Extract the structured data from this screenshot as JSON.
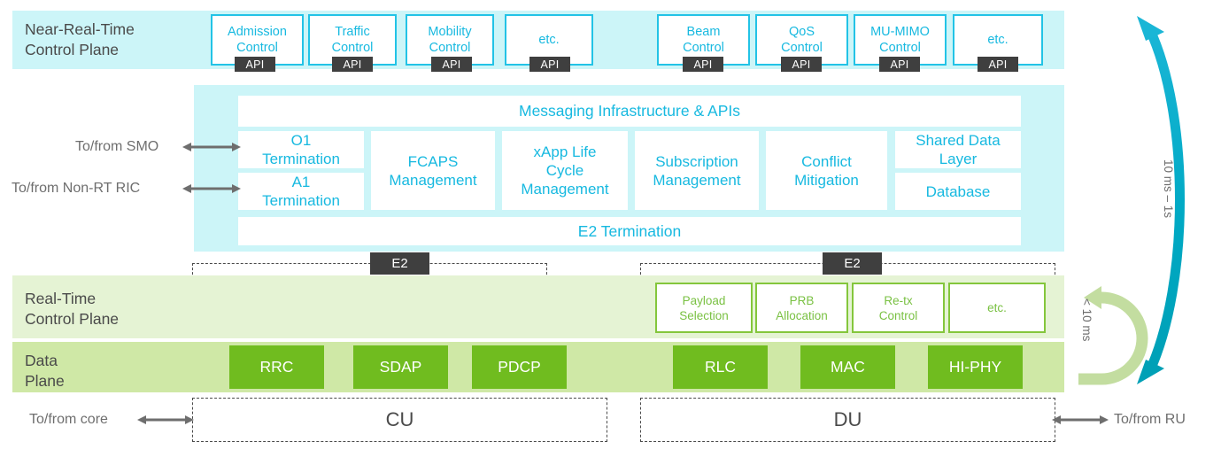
{
  "planes": {
    "near_rt": "Near-Real-Time\nControl Plane",
    "real_time": "Real-Time\nControl Plane",
    "data_plane": "Data\nPlane"
  },
  "xapps": {
    "api_label": "API",
    "left_group": [
      {
        "label": "Admission\nControl"
      },
      {
        "label": "Traffic\nControl"
      },
      {
        "label": "Mobility\nControl"
      },
      {
        "label": "etc."
      }
    ],
    "right_group": [
      {
        "label": "Beam\nControl"
      },
      {
        "label": "QoS\nControl"
      },
      {
        "label": "MU-MIMO\nControl"
      },
      {
        "label": "etc."
      }
    ]
  },
  "ric": {
    "top_bar": "Messaging Infrastructure & APIs",
    "bottom_bar": "E2 Termination",
    "terminations": [
      {
        "label": "O1\nTermination"
      },
      {
        "label": "A1\nTermination"
      }
    ],
    "functions": [
      {
        "label": "FCAPS\nManagement"
      },
      {
        "label": "xApp Life\nCycle\nManagement"
      },
      {
        "label": "Subscription\nManagement"
      },
      {
        "label": "Conflict\nMitigation"
      }
    ],
    "data_cells": [
      {
        "label": "Shared Data\nLayer"
      },
      {
        "label": "Database"
      }
    ]
  },
  "realtime_functions": [
    {
      "label": "Payload\nSelection"
    },
    {
      "label": "PRB\nAllocation"
    },
    {
      "label": "Re-tx\nControl"
    },
    {
      "label": "etc."
    }
  ],
  "data_plane_blocks": {
    "cu": [
      {
        "label": "RRC"
      },
      {
        "label": "SDAP"
      },
      {
        "label": "PDCP"
      }
    ],
    "du": [
      {
        "label": "RLC"
      },
      {
        "label": "MAC"
      },
      {
        "label": "HI-PHY"
      }
    ]
  },
  "interfaces": {
    "e2_left": "E2",
    "e2_right": "E2",
    "cu": "CU",
    "du": "DU"
  },
  "connections": {
    "smo": "To/from SMO",
    "non_rt_ric": "To/from Non-RT RIC",
    "core": "To/from core",
    "ru": "To/from RU"
  },
  "latency": {
    "near_rt_loop": "10 ms – 1s",
    "rt_loop": "< 10 ms"
  },
  "colors": {
    "cyan_band": "#ccf5f8",
    "cyan_accent": "#17b9e0",
    "cyan_arrow": "#00afc8",
    "light_green_band": "#e5f3d4",
    "mid_green_band": "#cfe8a6",
    "green_block": "#70bc1f",
    "green_accent": "#7ac143",
    "dark_tag": "#3f3f3f",
    "gray_text": "#6e6e6e"
  }
}
